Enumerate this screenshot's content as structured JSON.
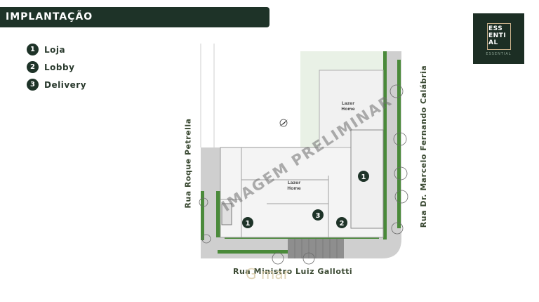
{
  "header": {
    "title": "IMPLANTAÇÃO"
  },
  "legend": [
    {
      "num": "1",
      "label": "Loja"
    },
    {
      "num": "2",
      "label": "Lobby"
    },
    {
      "num": "3",
      "label": "Delivery"
    }
  ],
  "logo": {
    "line1": "ESS",
    "line2": "ENTI",
    "line3": "AL",
    "sub": "ESSENTIAL"
  },
  "streets": {
    "left": "Rua Roque Petrella",
    "right": "Rua Dr. Marcelo Fernando Calábria",
    "bottom": "Rua Ministro Luiz Gallotti"
  },
  "plan": {
    "lazer_upper_1": "Lazer",
    "lazer_upper_2": "Home",
    "lazer_lower_1": "Lazer",
    "lazer_lower_2": "Home",
    "markers": [
      "1",
      "1",
      "2",
      "3"
    ]
  },
  "watermark": "IMAGEM PRELIMINAR",
  "brand": "G mar",
  "colors": {
    "dark_green": "#1e3328",
    "grass": "#4a8a3a",
    "paving": "#bdbdbd"
  }
}
